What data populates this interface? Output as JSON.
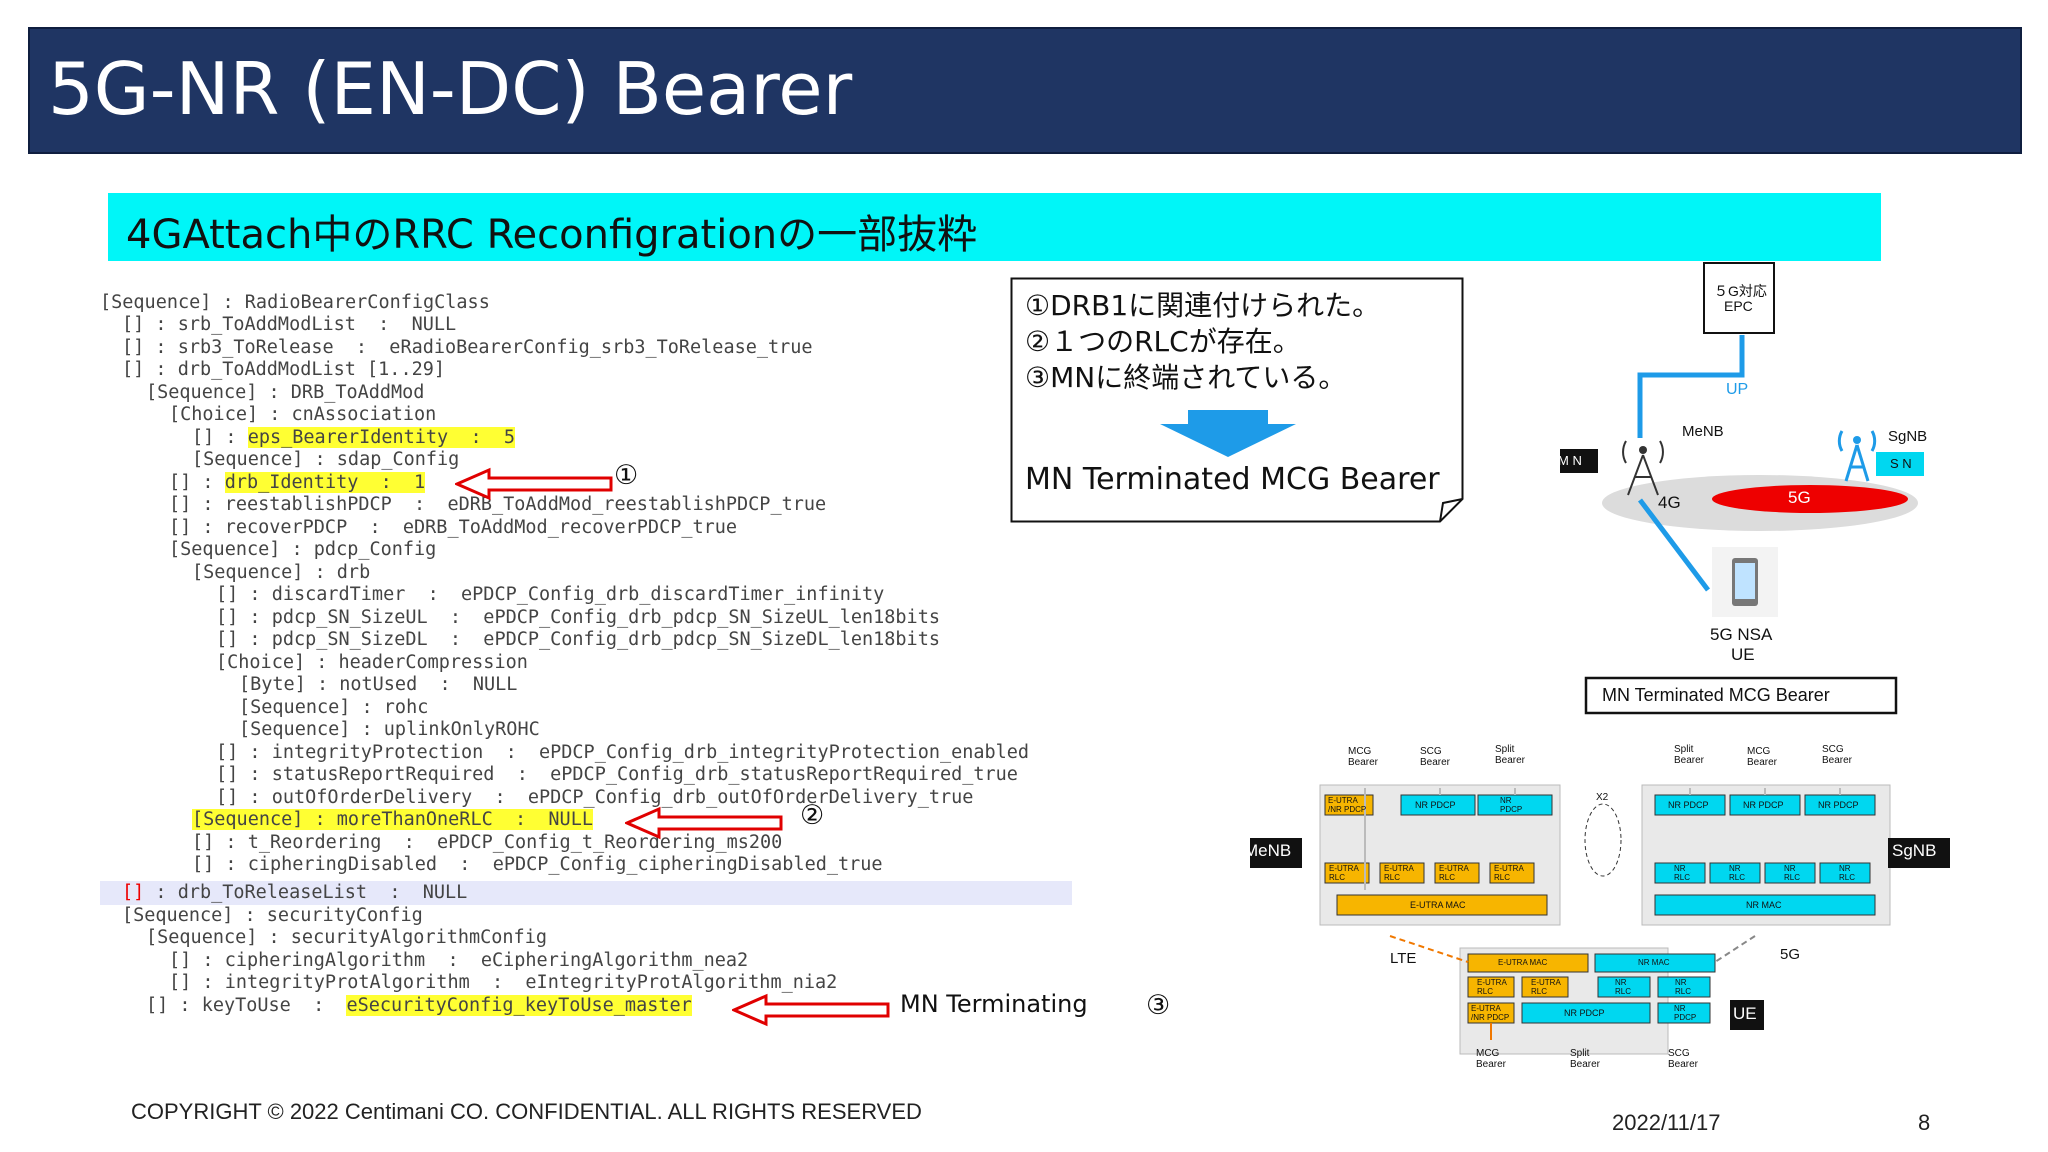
{
  "slide": {
    "title": "5G-NR (EN-DC) Bearer",
    "subtitle": "4GAttach中のRRC Reconfigrationの一部抜粋"
  },
  "code_lines": [
    "[Sequence] : RadioBearerConfigClass",
    "[] : srb_ToAddModList  :  NULL",
    "[] : srb3_ToRelease  :  eRadioBearerConfig_srb3_ToRelease_true",
    "[] : drb_ToAddModList [1..29]",
    "[Sequence] : DRB_ToAddMod",
    "[Choice] : cnAssociation",
    "[] : ",
    "eps_BearerIdentity  :  5",
    "[Sequence] : sdap_Config",
    "[] : ",
    "drb_Identity  :  1",
    "[] : reestablishPDCP  :  eDRB_ToAddMod_reestablishPDCP_true",
    "[] : recoverPDCP  :  eDRB_ToAddMod_recoverPDCP_true",
    "[Sequence] : pdcp_Config",
    "[Sequence] : drb",
    "[] : discardTimer  :  ePDCP_Config_drb_discardTimer_infinity",
    "[] : pdcp_SN_SizeUL  :  ePDCP_Config_drb_pdcp_SN_SizeUL_len18bits",
    "[] : pdcp_SN_SizeDL  :  ePDCP_Config_drb_pdcp_SN_SizeDL_len18bits",
    "[Choice] : headerCompression",
    "[Byte] : notUsed  :  NULL",
    "[Sequence] : rohc",
    "[Sequence] : uplinkOnlyROHC",
    "[] : integrityProtection  :  ePDCP_Config_drb_integrityProtection_enabled",
    "[] : statusReportRequired  :  ePDCP_Config_drb_statusReportRequired_true",
    "[] : outOfOrderDelivery  :  ePDCP_Config_drb_outOfOrderDelivery_true",
    "[Sequence] : moreThanOneRLC  :  NULL",
    "[] : t_Reordering  :  ePDCP_Config_t_Reordering_ms200",
    "[] : cipheringDisabled  :  ePDCP_Config_cipheringDisabled_true",
    "[]",
    " : drb_ToReleaseList  :  NULL",
    "[Sequence] : securityConfig",
    "[Sequence] : securityAlgorithmConfig",
    "[] : cipheringAlgorithm  :  eCipheringAlgorithm_nea2",
    "[] : integrityProtAlgorithm  :  eIntegrityProtAlgorithm_nia2",
    "[] : keyToUse  :  ",
    "eSecurityConfig_keyToUse_master"
  ],
  "markers": {
    "m1": "①",
    "m2": "②",
    "m3": "③"
  },
  "mn_terminating": "MN Terminating",
  "note": {
    "line1": "①DRB1に関連付けられた。",
    "line2": "②１つのRLCが存在。",
    "line3": "③MNに終端されている。",
    "result": "MN Terminated MCG Bearer"
  },
  "topology": {
    "epc_line1": "５G対応",
    "epc_line2": "EPC",
    "up": "UP",
    "menb": "MeNB",
    "mn": "M N",
    "sgnb": "SgNB",
    "sn": "S N",
    "g4": "4G",
    "g5": "5G",
    "ue_line1": "5G NSA",
    "ue_line2": "UE",
    "caption": "MN Terminated MCG Bearer"
  },
  "stack": {
    "mcg_line1": "MCG",
    "scg_line1": "SCG",
    "split_line1": "Split",
    "bearer": "Bearer",
    "x2": "X2",
    "eutra_nr_pdcp_1": "E-UTRA",
    "eutra_nr_pdcp_2": "/NR PDCP",
    "nr_pdcp": "NR PDCP",
    "nr": "NR",
    "pdcp": "PDCP",
    "rlc": "RLC",
    "eutra": "E-UTRA",
    "eutra_mac": "E-UTRA MAC",
    "nr_mac": "NR MAC",
    "menb": "MeNB",
    "sgnb": "SgNB",
    "ue": "UE",
    "lte": "LTE",
    "g5": "5G"
  },
  "footer": {
    "copyright": "COPYRIGHT © 2022 Centimani CO. CONFIDENTIAL. ALL RIGHTS RESERVED",
    "date": "2022/11/17",
    "page": "8"
  },
  "colors": {
    "title_bg": "#1f3563",
    "subtitle_bg": "#00f6f8",
    "highlight": "#ffff33",
    "orange": "#f7b500",
    "cyan": "#00d7f0",
    "red": "#e00000"
  }
}
